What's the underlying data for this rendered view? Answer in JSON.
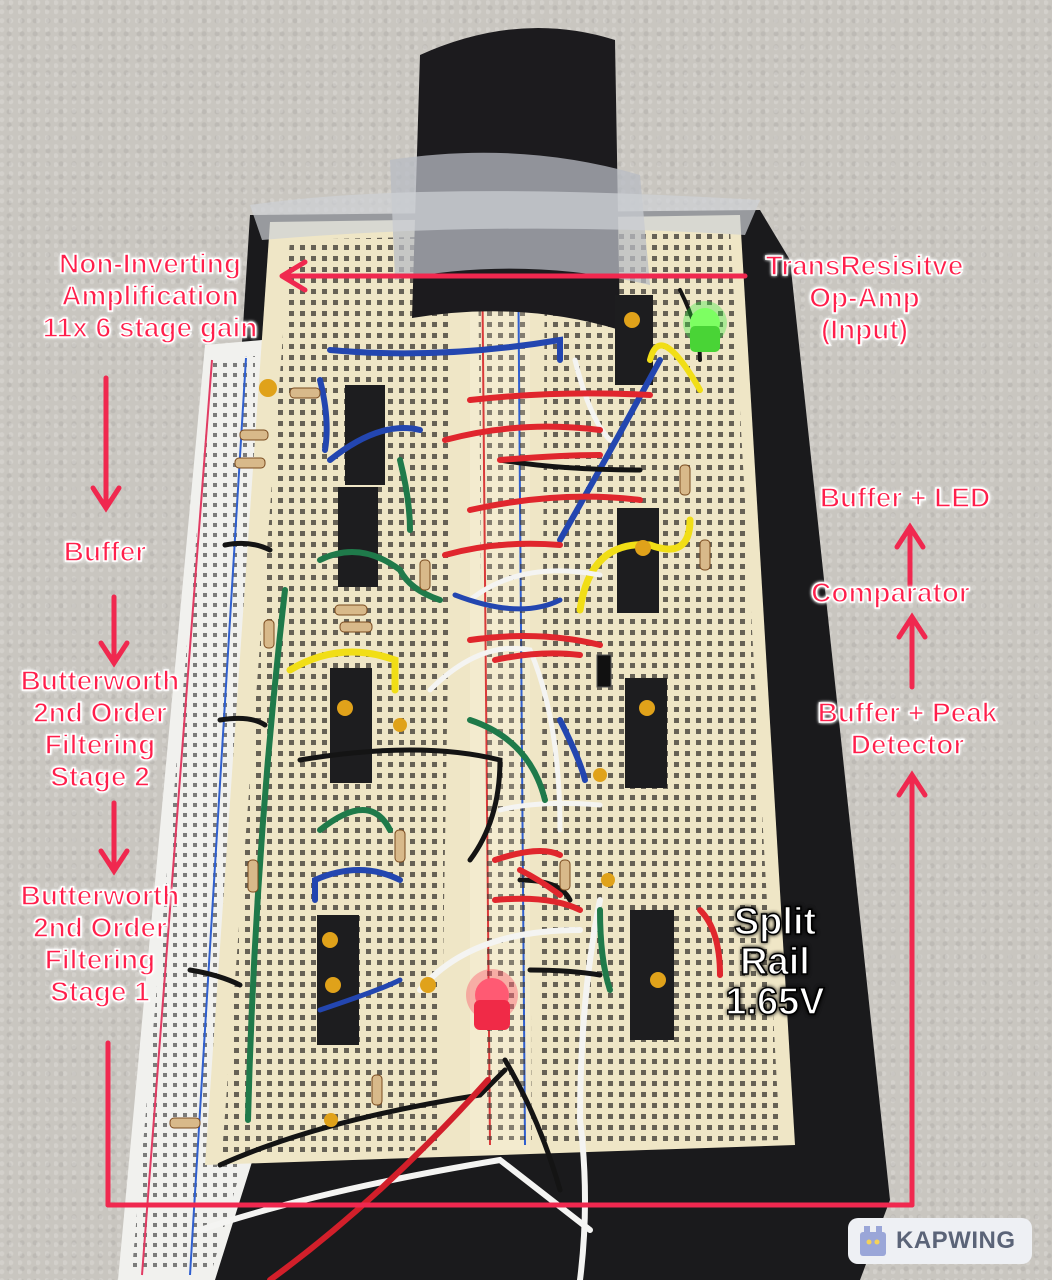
{
  "labels": {
    "non_inverting": [
      "Non-Inverting",
      "Amplification",
      "11x 6 stage gain"
    ],
    "transresistive": [
      "TransResisitve",
      "Op-Amp",
      "(Input)"
    ],
    "buffer": "Buffer",
    "butterworth_stage2": [
      "Butterworth",
      "2nd Order",
      "Filtering",
      "Stage 2"
    ],
    "butterworth_stage1": [
      "Butterworth",
      "2nd Order",
      "Filtering",
      "Stage 1"
    ],
    "buffer_led": "Buffer + LED",
    "comparator": "Comparator",
    "buffer_peak": [
      "Buffer + Peak",
      "Detector"
    ],
    "split_rail": [
      "Split",
      "Rail",
      "1.65V"
    ]
  },
  "watermark": {
    "text": "KAPWING"
  },
  "colors": {
    "annotation": "#ff1f4b",
    "breadboard": "#efe6c6",
    "board_base": "#1a1a1c",
    "led_green": "#2eea3a",
    "led_red": "#ff3a55"
  }
}
